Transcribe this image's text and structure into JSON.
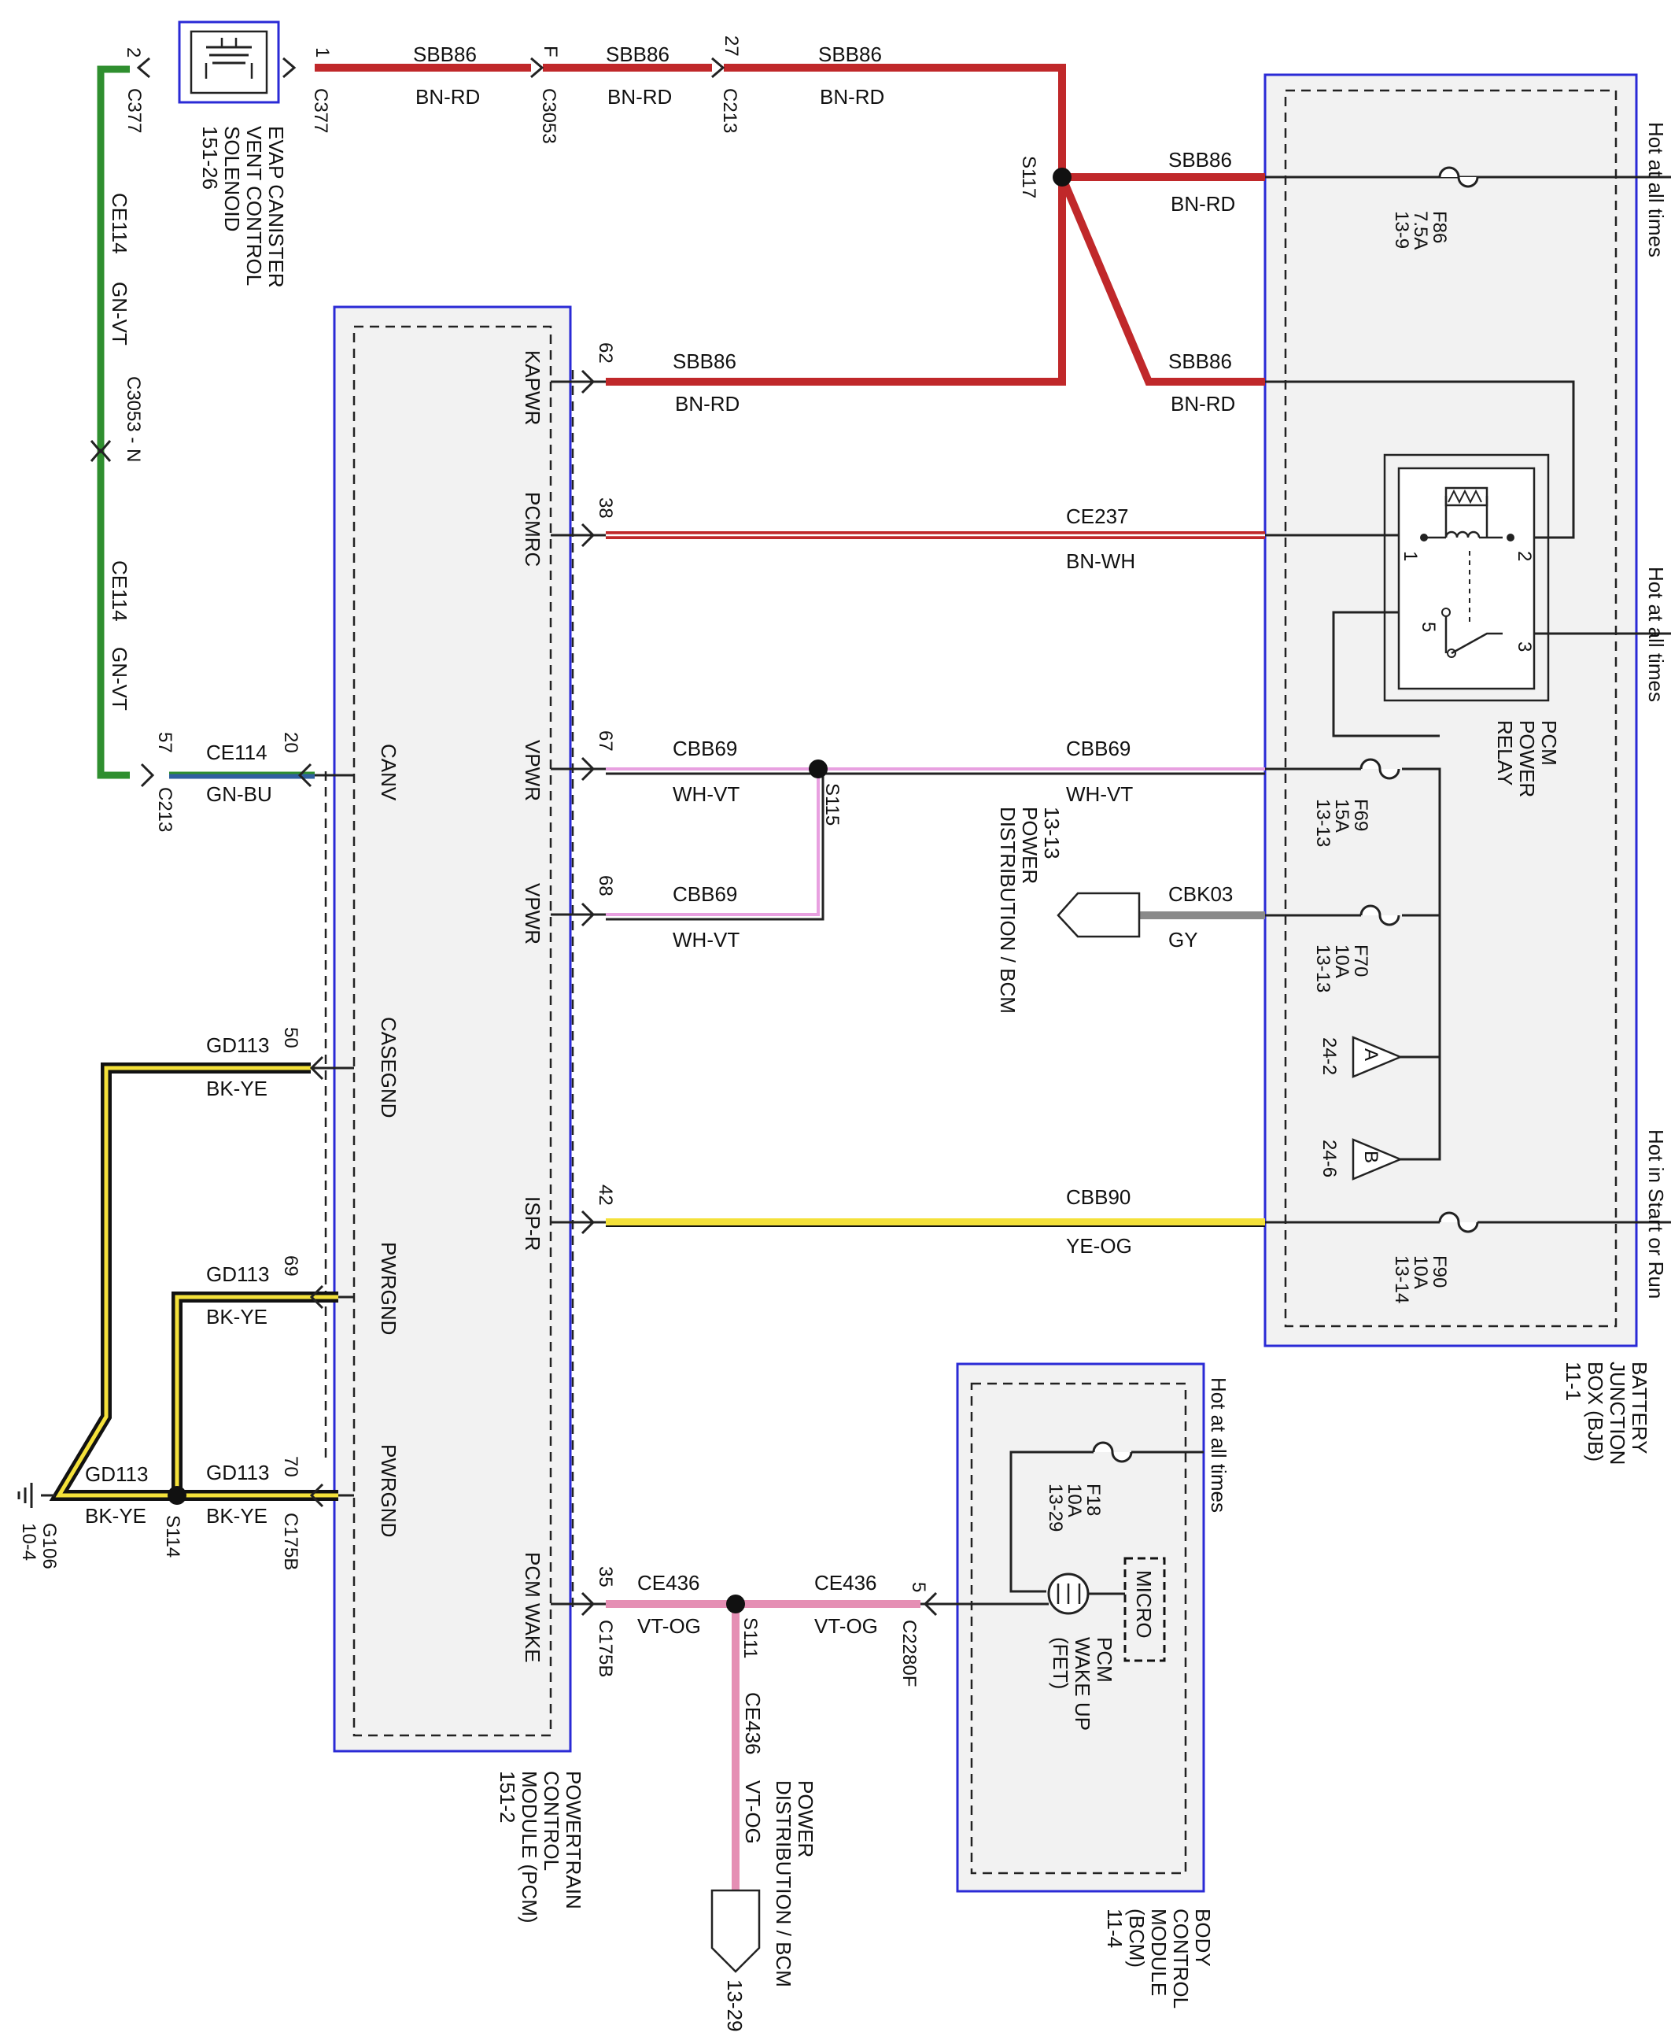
{
  "modules": {
    "evap": {
      "lines": [
        "EVAP CANISTER",
        "VENT CONTROL",
        "SOLENOID",
        "151-26"
      ]
    },
    "pcm": {
      "lines": [
        "POWERTRAIN",
        "CONTROL",
        "MODULE (PCM)",
        "151-2"
      ]
    },
    "bjb": {
      "lines": [
        "BATTERY",
        "JUNCTION",
        "BOX (BJB)",
        "11-1"
      ]
    },
    "bcm": {
      "lines": [
        "BODY",
        "CONTROL",
        "MODULE",
        "(BCM)",
        "11-4"
      ]
    },
    "relay": {
      "lines": [
        "PCM",
        "POWER",
        "RELAY"
      ],
      "pin1": "1",
      "pin2": "2",
      "pin3": "3",
      "pin5": "5"
    },
    "micro": {
      "label": "MICRO"
    },
    "fet": {
      "lines": [
        "PCM",
        "WAKE UP",
        "(FET)"
      ]
    }
  },
  "pcm_pins": {
    "kapwr": "KAPWR",
    "pcmrc": "PCMRC",
    "vpwr1": "VPWR",
    "vpwr2": "VPWR",
    "ispr": "ISP-R",
    "pcmwake": "PCM WAKE",
    "canv": "CANV",
    "casegnd": "CASEGND",
    "pwrgnd1": "PWRGND",
    "pwrgnd2": "PWRGND"
  },
  "pin_numbers": {
    "p62": "62",
    "p38": "38",
    "p67": "67",
    "p68": "68",
    "p42": "42",
    "p35": "35",
    "p20": "20",
    "p57": "57",
    "p50": "50",
    "p69": "69",
    "p70": "70",
    "p2": "2",
    "p1": "1",
    "pF": "F",
    "p27": "27",
    "p5": "5"
  },
  "connectors": {
    "c377a": "C377",
    "c377b": "C377",
    "c3053": "C3053",
    "c213a": "C213",
    "c213b": "C213",
    "c3053n": "C3053 - N",
    "c175b1": "C175B",
    "c175b2": "C175B",
    "c2280f": "C2280F"
  },
  "splices": {
    "s117": "S117",
    "s115": "S115",
    "s114": "S114",
    "s111": "S111"
  },
  "ground": {
    "name": "G106",
    "ref": "10-4"
  },
  "wires": {
    "sbb86": "SBB86",
    "bnrd": "BN-RD",
    "ce237": "CE237",
    "bnwh": "BN-WH",
    "cbb69": "CBB69",
    "whvt": "WH-VT",
    "cbk03": "CBK03",
    "gy": "GY",
    "cbb90": "CBB90",
    "yeog": "YE-OG",
    "ce114": "CE114",
    "gnbu": "GN-BU",
    "gnvt": "GN-VT",
    "gd113": "GD113",
    "bkye": "BK-YE",
    "ce436": "CE436",
    "vtog": "VT-OG"
  },
  "fuses": {
    "f86": {
      "name": "F86",
      "rating": "7.5A",
      "ref": "13-9"
    },
    "f69": {
      "name": "F69",
      "rating": "15A",
      "ref": "13-13"
    },
    "f70": {
      "name": "F70",
      "rating": "10A",
      "ref": "13-13"
    },
    "f90": {
      "name": "F90",
      "rating": "10A",
      "ref": "13-14"
    },
    "f18": {
      "name": "F18",
      "rating": "10A",
      "ref": "13-29"
    }
  },
  "power_labels": {
    "hot1": "Hot at all times",
    "hot2": "Hot at all times",
    "hotstart": "Hot in Start or Run",
    "hotbcm": "Hot at all times"
  },
  "references": {
    "pd1": {
      "lines": [
        "POWER",
        "DISTRIBUTION / BCM",
        "13-13"
      ]
    },
    "pd2": {
      "lines": [
        "POWER",
        "DISTRIBUTION / BCM"
      ],
      "ref": "13-29"
    },
    "triA": {
      "letter": "A",
      "ref": "24-2"
    },
    "triB": {
      "letter": "B",
      "ref": "24-6"
    }
  },
  "colors": {
    "red": "#c0282a",
    "green": "#2f8f2f",
    "blue": "#2f5f9f",
    "pink": "#e58fb4",
    "yellow": "#f4e13a",
    "black": "#111111",
    "gray": "#8a8a8a",
    "violet": "#e8a0e0"
  }
}
